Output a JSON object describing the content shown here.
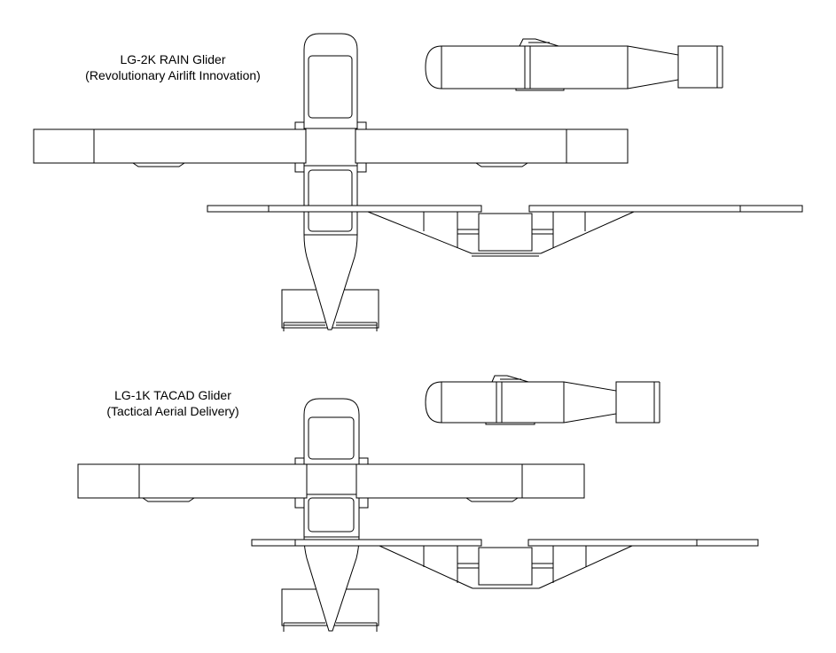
{
  "gliders": [
    {
      "name": "LG-2K RAIN Glider",
      "subtitle": "(Revolutionary Airlift Innovation)"
    },
    {
      "name": "LG-1K TACAD Glider",
      "subtitle": "(Tactical Aerial Delivery)"
    }
  ],
  "colors": {
    "line": "#000000",
    "background": "#ffffff"
  }
}
